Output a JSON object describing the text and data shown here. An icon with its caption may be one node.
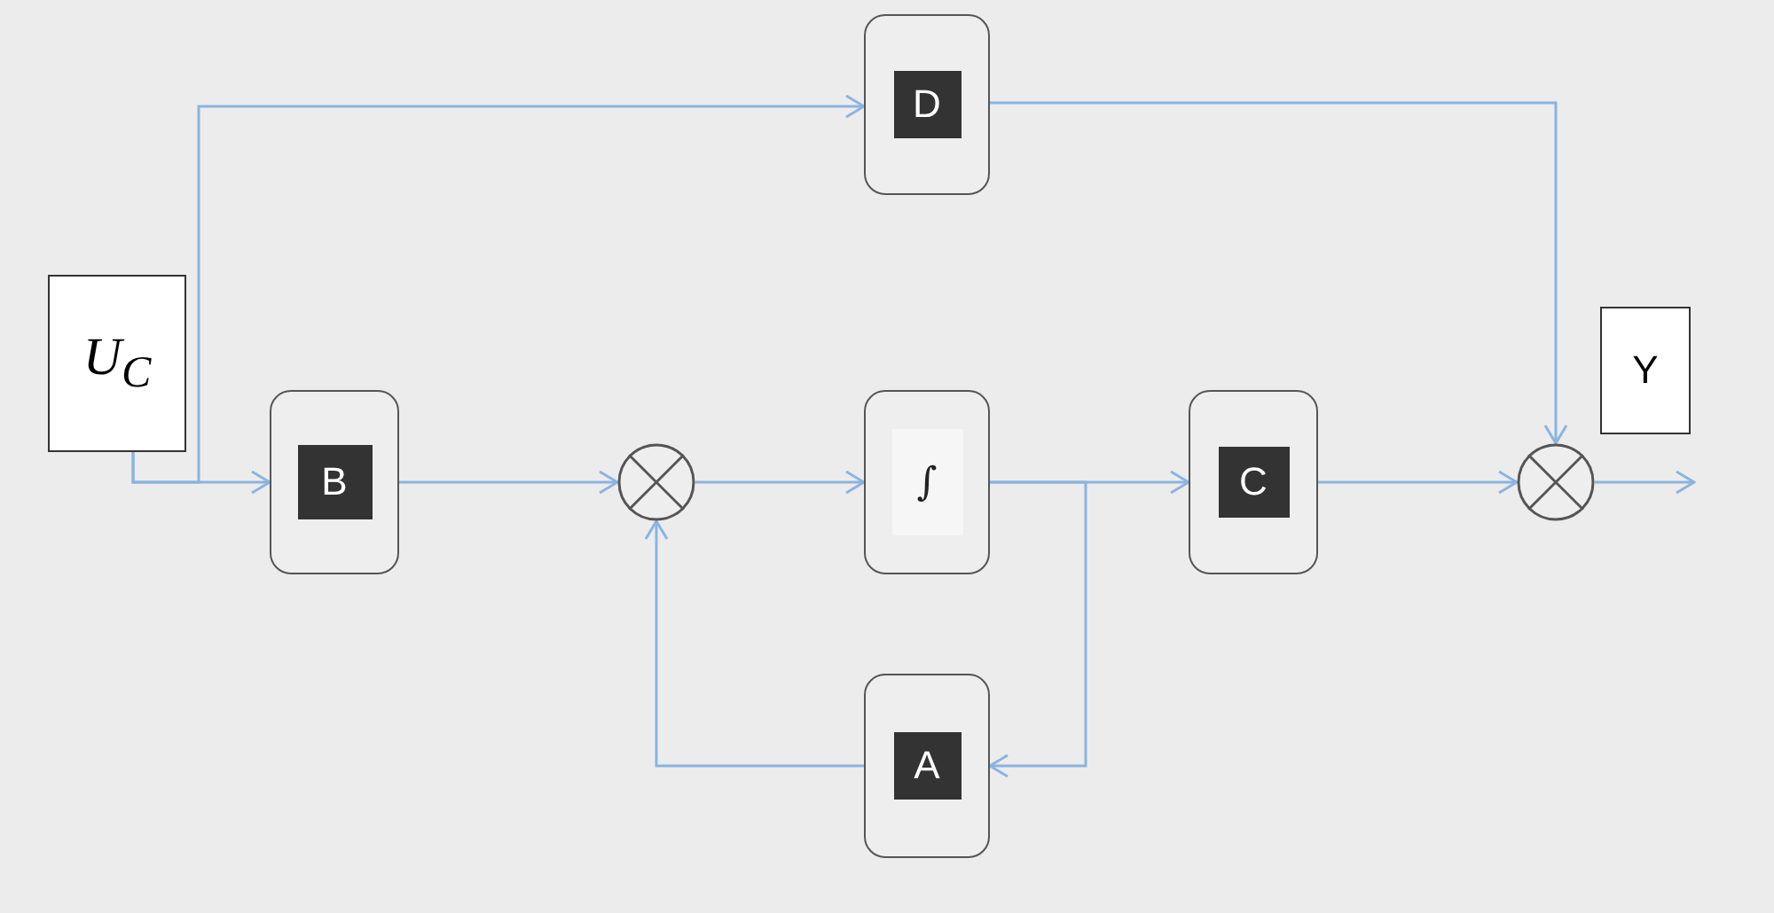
{
  "diagram": {
    "nodes": [
      {
        "text": [
          "U$_{C}$"
        ]
      },
      {
        "text": [
          "D"
        ]
      },
      {
        "text": [
          "B"
        ]
      },
      {
        "text": [],
        "shape": "circle"
      },
      {
        "text": [
          "∫"
        ]
      },
      {
        "text": [
          "C"
        ]
      },
      {
        "text": [],
        "shape": "circle"
      },
      {
        "text": [
          "Y"
        ]
      },
      {
        "text": [
          "A"
        ]
      }
    ],
    "edges": [
      {
        "from": 0,
        "to": 2,
        "arrow": "to"
      },
      {
        "from": 0,
        "to": 1,
        "arrow": "to"
      },
      {
        "from": 2,
        "to": 3,
        "arrow": "to"
      },
      {
        "from": 3,
        "to": 4,
        "arrow": "to"
      },
      {
        "from": 4,
        "to": 5,
        "arrow": "to"
      },
      {
        "from": 4,
        "to": 8,
        "arrow": "to"
      },
      {
        "from": 8,
        "to": 3,
        "arrow": "to"
      },
      {
        "from": 5,
        "to": 6,
        "arrow": "to"
      },
      {
        "from": 1,
        "to": 6,
        "arrow": "to"
      },
      {
        "from": 6,
        "to": null,
        "arrow": "to"
      }
    ]
  }
}
